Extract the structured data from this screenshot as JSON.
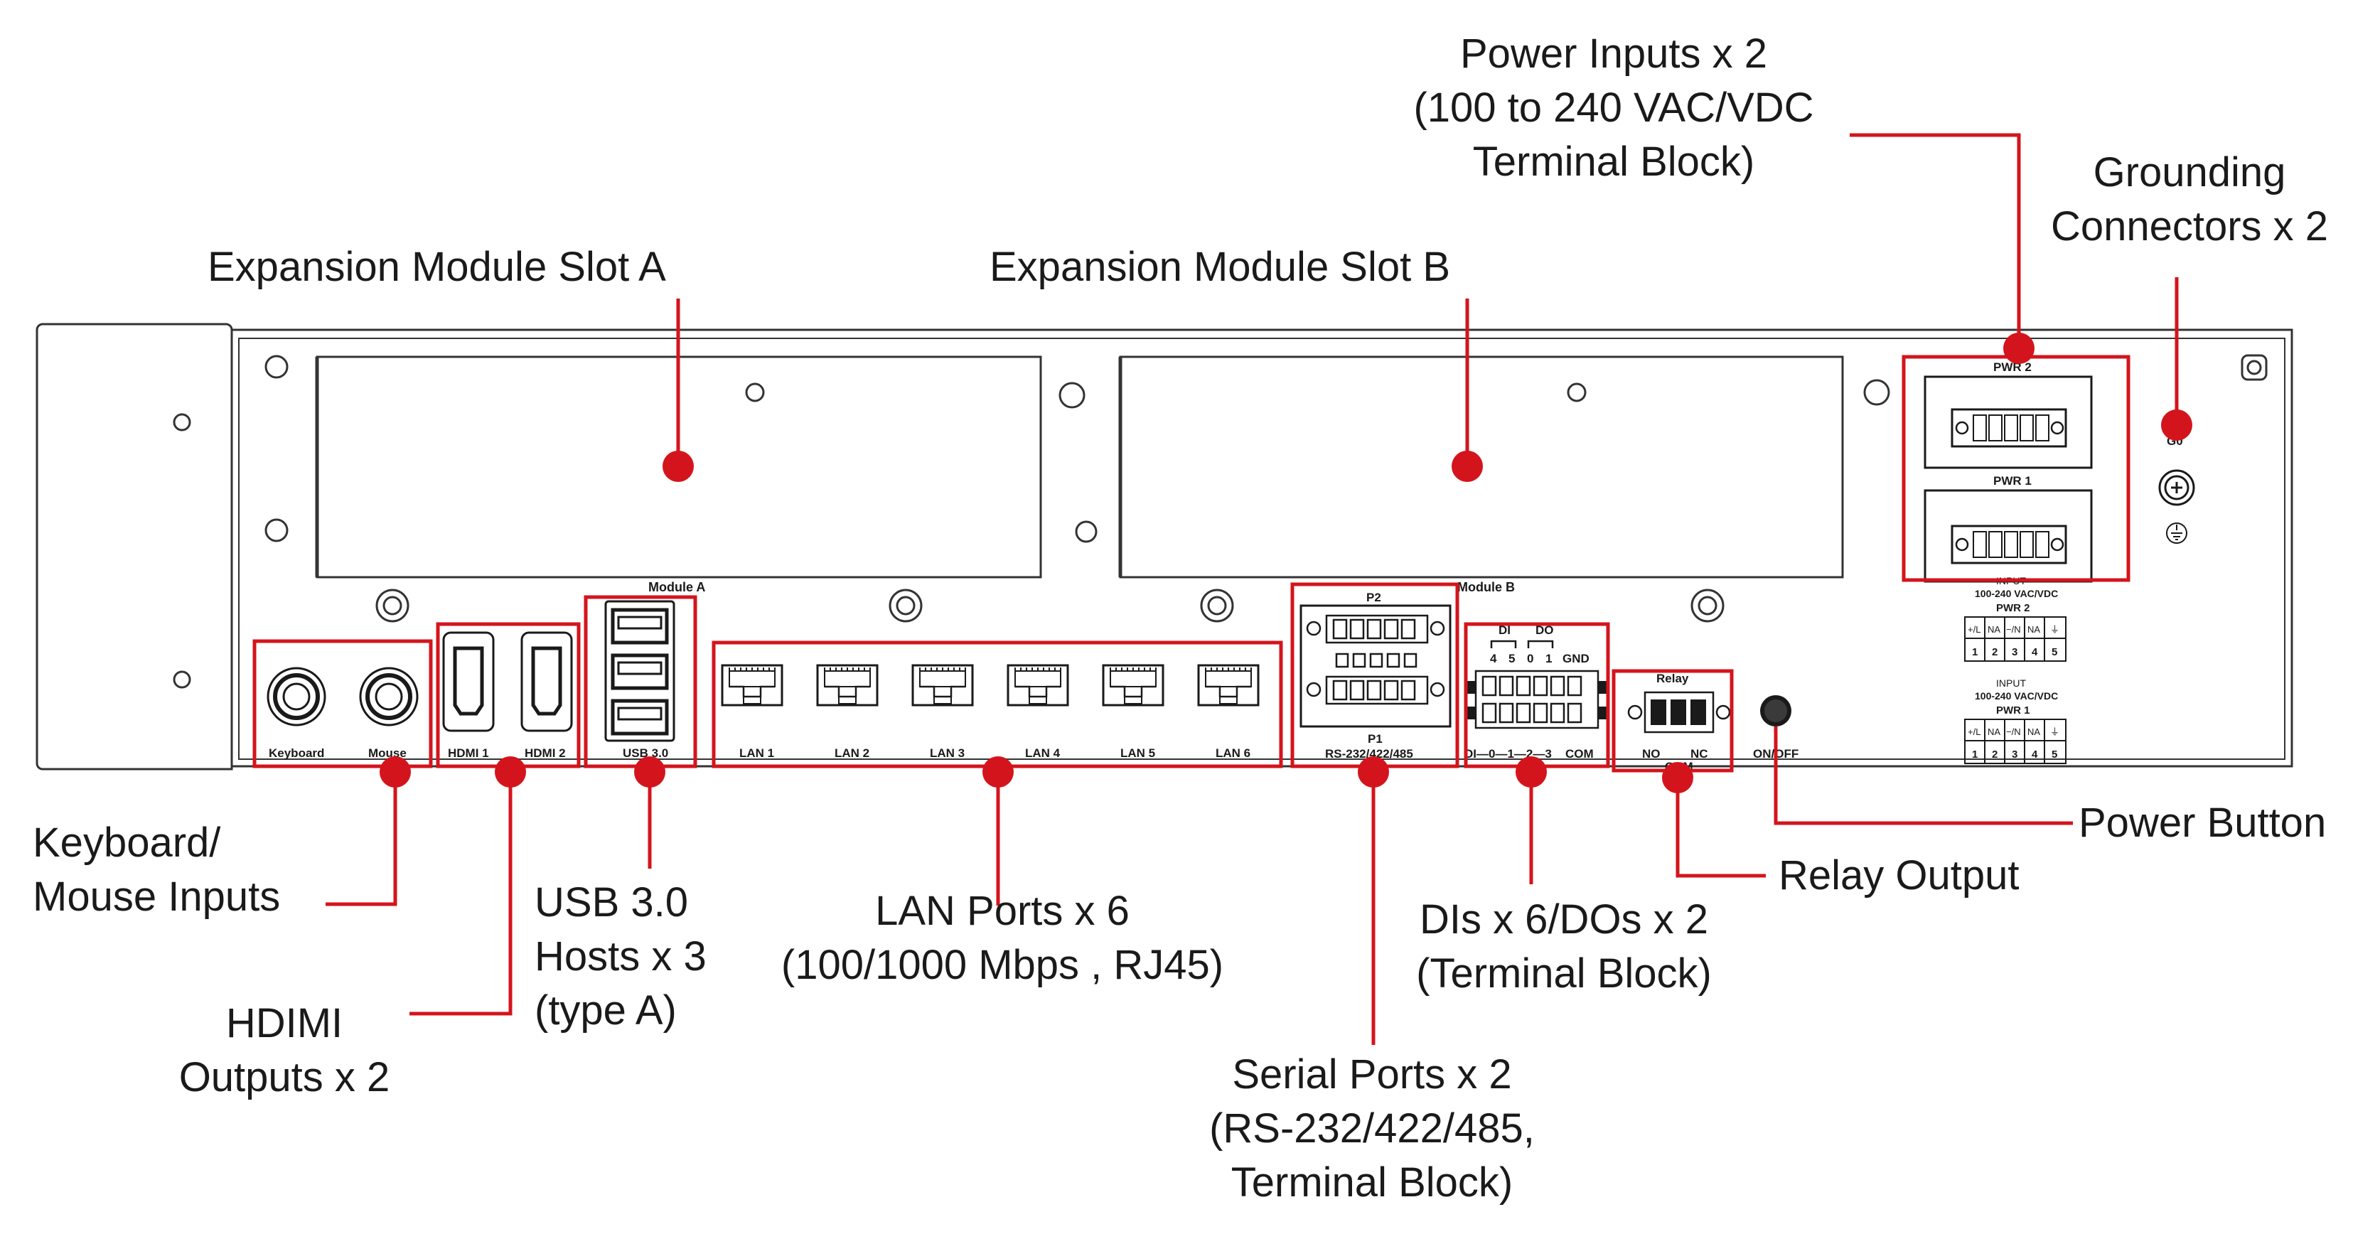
{
  "colors": {
    "accent": "#d4141c",
    "outline": "#1a1a1a",
    "text": "#1a1a1a"
  },
  "callouts": {
    "power_inputs": [
      "Power Inputs x 2",
      "(100 to 240 VAC/VDC",
      "Terminal Block)"
    ],
    "grounding": [
      "Grounding",
      "Connectors x 2"
    ],
    "slot_a": [
      "Expansion Module Slot A"
    ],
    "slot_b": [
      "Expansion Module Slot B"
    ],
    "keyboard_mouse": [
      "Keyboard/",
      "Mouse Inputs"
    ],
    "usb": [
      "USB 3.0",
      "Hosts x 3",
      "(type A)"
    ],
    "hdmi": [
      "HDIMI",
      "Outputs x 2"
    ],
    "lan": [
      "LAN Ports x 6",
      "(100/1000 Mbps , RJ45)"
    ],
    "serial": [
      "Serial Ports x 2",
      "(RS-232/422/485,",
      "Terminal Block)"
    ],
    "dio": [
      "DIs x 6/DOs x 2",
      "(Terminal Block)"
    ],
    "relay": [
      "Relay Output"
    ],
    "power_button": [
      "Power Button"
    ]
  },
  "panel_labels": {
    "module_a": "Module A",
    "module_b": "Module B",
    "keyboard": "Keyboard",
    "mouse": "Mouse",
    "hdmi1": "HDMI 1",
    "hdmi2": "HDMI 2",
    "usb": "USB 3.0",
    "lan": [
      "LAN 1",
      "LAN 2",
      "LAN 3",
      "LAN 4",
      "LAN 5",
      "LAN 6"
    ],
    "p2": "P2",
    "p1": "P1",
    "rs": "RS-232/422/485",
    "di": "DI",
    "do": "DO",
    "di_nums": [
      "4",
      "5",
      "0",
      "1"
    ],
    "gnd": "GND",
    "dio_bottom": "DI—0—1—2—3",
    "com": "COM",
    "relay": "Relay",
    "no": "NO",
    "nc": "NC",
    "relay_com": "COM",
    "onoff": "ON/OFF",
    "pwr2": "PWR 2",
    "pwr1": "PWR 1",
    "g0": "G0",
    "input": "INPUT",
    "vac": "100-240 VAC/VDC",
    "pin_labels": [
      "+/L",
      "NA",
      "−/N",
      "NA",
      "⏚"
    ],
    "pin_nums": [
      "1",
      "2",
      "3",
      "4",
      "5"
    ]
  }
}
